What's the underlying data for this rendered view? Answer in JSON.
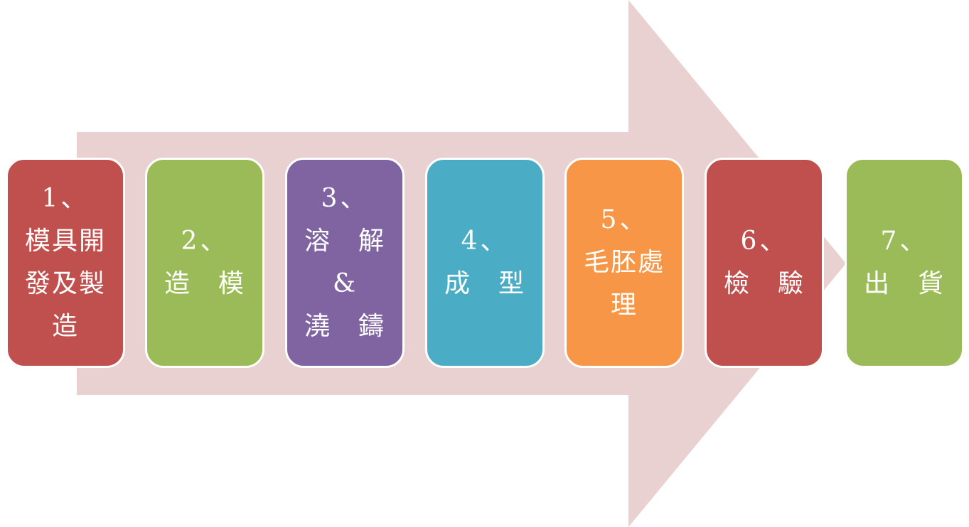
{
  "arrow_color": "#e9d1d2",
  "steps": [
    {
      "number": "1、",
      "lines": [
        "模具開",
        "發及製",
        "造"
      ],
      "color": "#c0504d"
    },
    {
      "number": "2、",
      "lines": [
        "造　模"
      ],
      "color": "#9bbb59"
    },
    {
      "number": "3、",
      "lines": [
        "溶　解",
        "&",
        "澆　鑄"
      ],
      "color": "#8064a2"
    },
    {
      "number": "4、",
      "lines": [
        "成　型"
      ],
      "color": "#4bacc6"
    },
    {
      "number": "5、",
      "lines": [
        "毛胚處",
        "理"
      ],
      "color": "#f79646"
    },
    {
      "number": "6、",
      "lines": [
        "檢　驗"
      ],
      "color": "#c0504d"
    },
    {
      "number": "7、",
      "lines": [
        "出　貨"
      ],
      "color": "#9bbb59"
    }
  ]
}
